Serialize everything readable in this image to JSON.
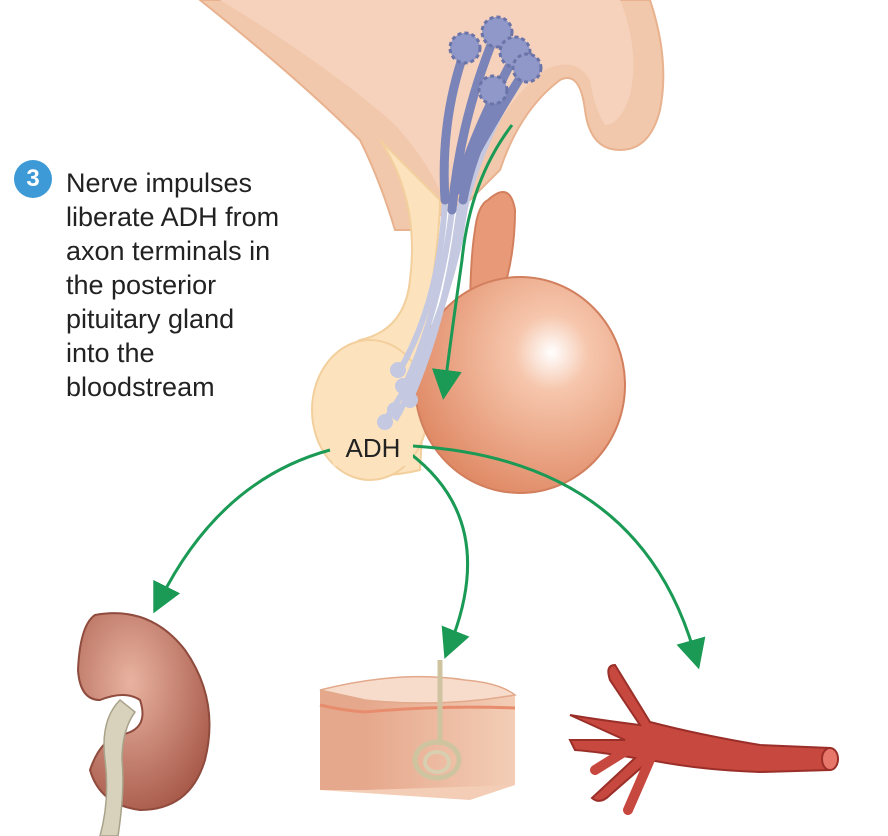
{
  "step": {
    "number": "3",
    "text": "Nerve impulses\nliberate ADH from\naxon terminals in\nthe posterior\npituitary gland\ninto the\nbloodstream"
  },
  "hormone_label": "ADH",
  "colors": {
    "badge": "#3d9ad6",
    "arrow": "#1a9a55",
    "posterior_lobe": "#fce3bd",
    "anterior_lobe": "#e89a78",
    "neuron": "#7a84b8",
    "axon": "#c4c8e0",
    "kidney": "#b86c5c",
    "vessel": "#c0453a"
  },
  "icons": [
    "hypothalamus-icon",
    "pituitary-icon",
    "kidney-icon",
    "skin-sweat-gland-icon",
    "arteriole-icon"
  ]
}
